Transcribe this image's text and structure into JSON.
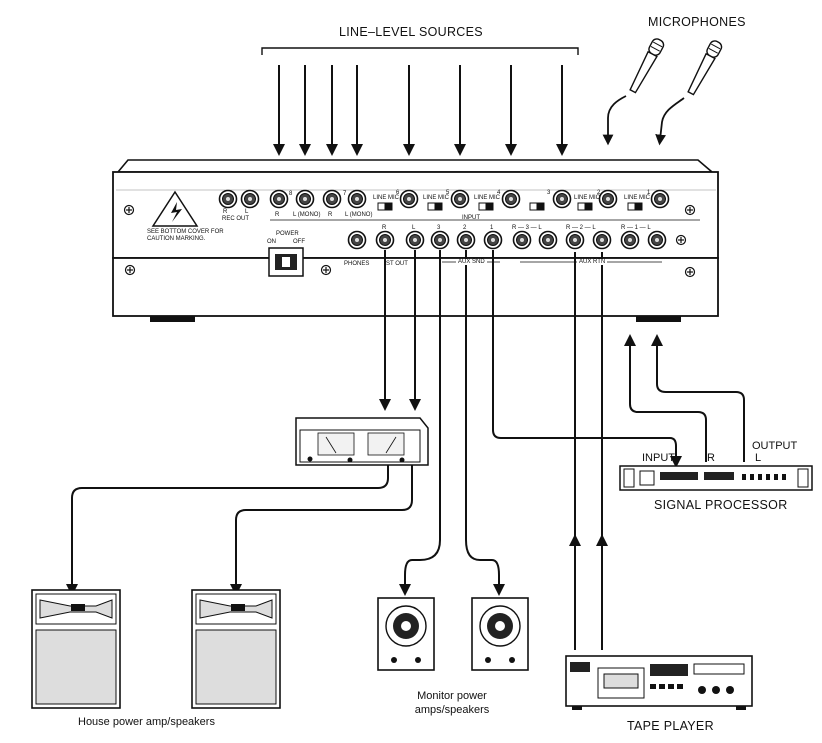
{
  "labels": {
    "line_level_sources": "LINE–LEVEL SOURCES",
    "microphones": "MICROPHONES",
    "signal_processor": "SIGNAL PROCESSOR",
    "tape_player": "TAPE PLAYER",
    "house_speakers": "House power amp/speakers",
    "monitor_line1": "Monitor power",
    "monitor_line2": "amps/speakers",
    "proc_input": "INPUT",
    "proc_r": "R",
    "proc_output": "OUTPUT",
    "proc_l": "L"
  },
  "mixer": {
    "caution_line1": "SEE BOTTOM COVER FOR",
    "caution_line2": "CAUTION MARKING.",
    "rec_out": "REC OUT",
    "rec_r": "R",
    "rec_l": "L",
    "power": "POWER",
    "power_on": "ON",
    "power_off": "OFF",
    "input": "INPUT",
    "phones": "PHONES",
    "st_out": "ST OUT",
    "aux_snd": "AUX SND",
    "aux_rtn": "AUX RTN",
    "line_mic": "LINE MIC",
    "r": "R",
    "l": "L",
    "l_mono": "L (MONO)",
    "ch8": "8",
    "ch7": "7",
    "ch6": "6",
    "ch5": "5",
    "ch4": "4",
    "ch3": "3",
    "ch2": "2",
    "ch1": "1",
    "aux1": "1",
    "aux2": "2",
    "aux3": "3",
    "rtn3": "R — 3 — L",
    "rtn2": "R — 2 — L",
    "rtn1": "R — 1 — L"
  },
  "icons": {
    "high_voltage": "high-voltage-warning-icon",
    "microphone": "microphone-icon",
    "speaker": "speaker-icon",
    "jack": "jack-icon"
  }
}
